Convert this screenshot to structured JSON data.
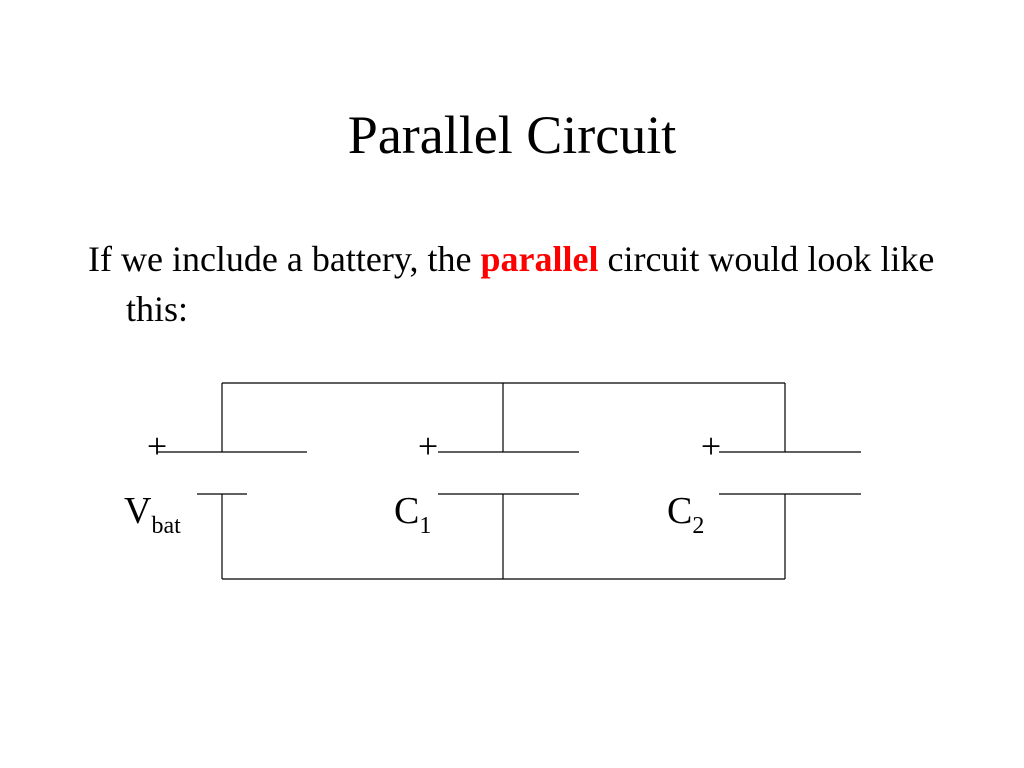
{
  "slide": {
    "title": "Parallel Circuit",
    "text_before": "If we include a battery, the ",
    "highlight": "parallel",
    "text_after": " circuit would look like this:",
    "highlight_color": "#ff0000"
  },
  "diagram": {
    "battery": {
      "sign": "+",
      "symbol": "V",
      "subscript": "bat"
    },
    "capacitor_1": {
      "sign": "+",
      "symbol": "C",
      "subscript": "1"
    },
    "capacitor_2": {
      "sign": "+",
      "symbol": "C",
      "subscript": "2"
    }
  }
}
